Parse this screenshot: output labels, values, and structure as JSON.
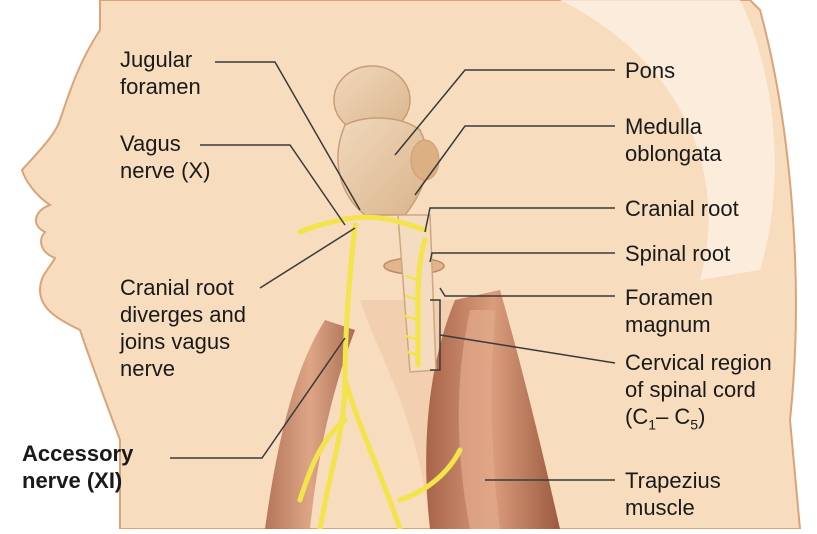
{
  "labels_left": {
    "jugular_foramen": [
      "Jugular",
      "foramen"
    ],
    "vagus_nerve": [
      "Vagus",
      "nerve (X)"
    ],
    "cranial_root_diverges": [
      "Cranial root",
      "diverges and",
      "joins vagus",
      "nerve"
    ],
    "accessory_nerve": [
      "Accessory",
      "nerve (XI)"
    ]
  },
  "labels_right": {
    "pons": [
      "Pons"
    ],
    "medulla_oblongata": [
      "Medulla",
      "oblongata"
    ],
    "cranial_root": [
      "Cranial root"
    ],
    "spinal_root": [
      "Spinal root"
    ],
    "foramen_magnum": [
      "Foramen",
      "magnum"
    ],
    "cervical_region": [
      "Cervical region",
      "of spinal cord"
    ],
    "cervical_range": {
      "open": "(C",
      "s1": "1",
      "dash": "– C",
      "s2": "5",
      "close": ")"
    },
    "trapezius_muscle": [
      "Trapezius",
      "muscle"
    ]
  },
  "colors": {
    "skin": "#f7dcbe",
    "skin_edge": "#d9a47a",
    "brain": "#e9caa6",
    "nerve": "#f2e44a",
    "muscle": "#c98a6c",
    "leader_line": "#3a3a3a"
  }
}
